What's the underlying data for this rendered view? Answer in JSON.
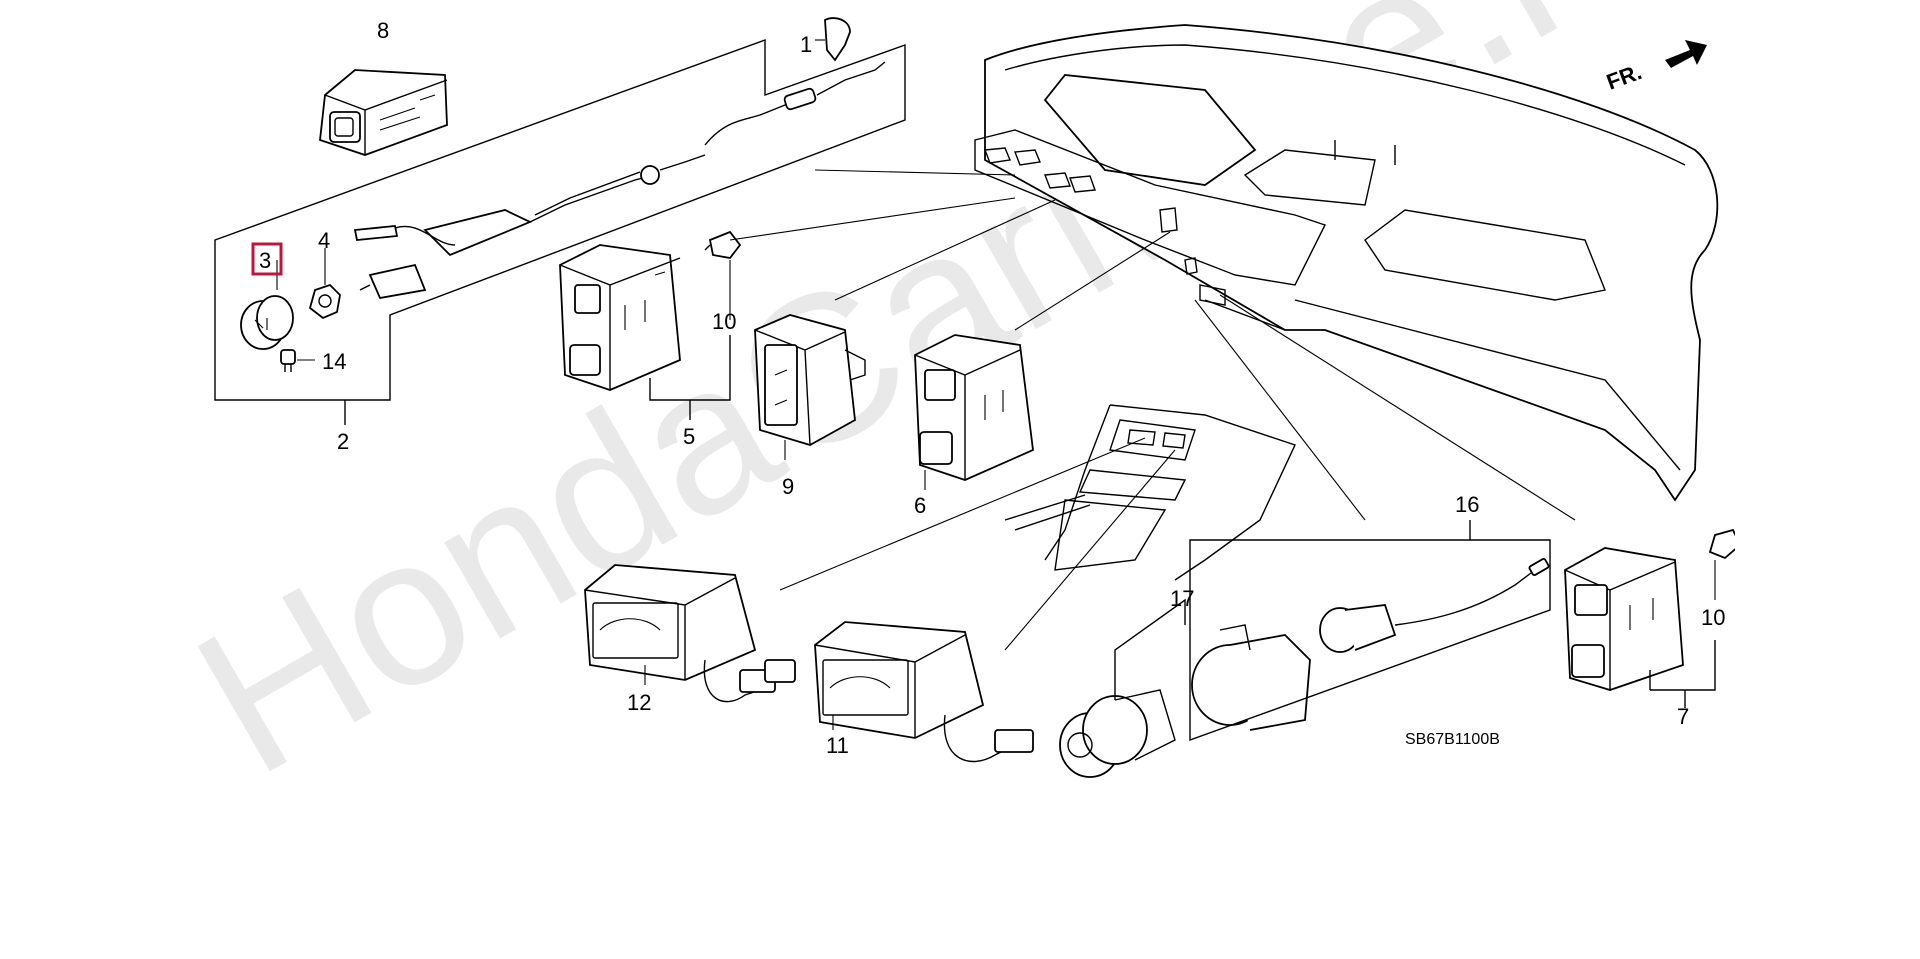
{
  "watermark": "HondaCarMine.ru",
  "direction_label": "FR.",
  "diagram_code": "SB67B1100B",
  "highlight_color": "#c0143c",
  "callouts": [
    "1",
    "2",
    "3",
    "4",
    "5",
    "6",
    "7",
    "8",
    "9",
    "10",
    "10",
    "11",
    "12",
    "14",
    "16",
    "17"
  ]
}
